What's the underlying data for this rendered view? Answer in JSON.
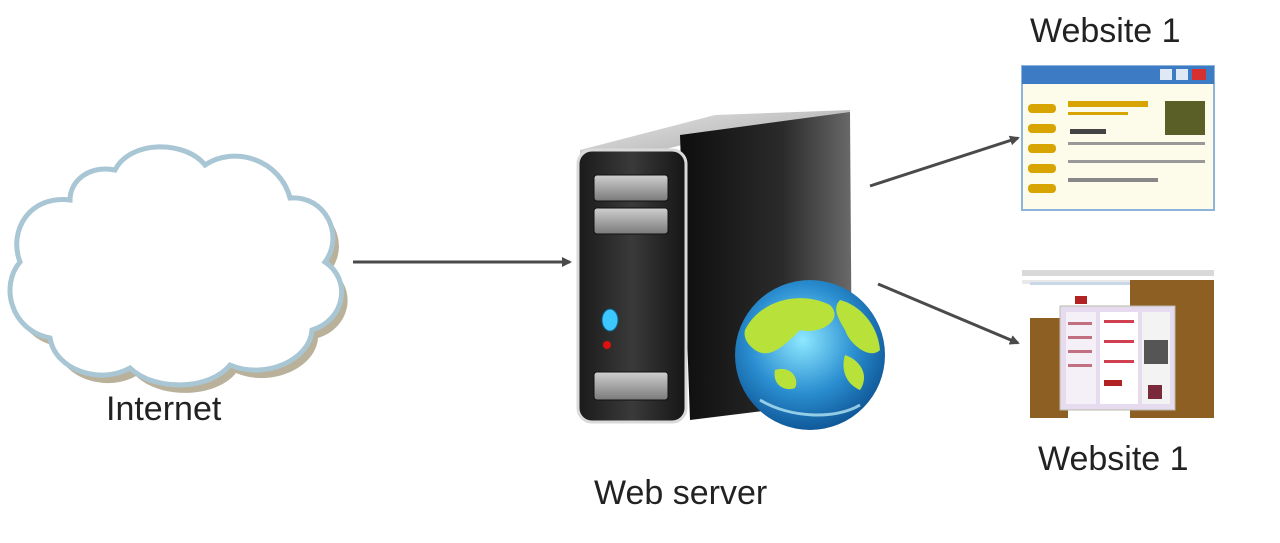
{
  "labels": {
    "internet": "Internet",
    "web_server": "Web server",
    "website_top": "Website 1",
    "website_bottom": "Website 1"
  },
  "icons": {
    "cloud": "cloud-icon",
    "server": "server-icon",
    "globe": "globe-icon",
    "website_window": "browser-window-icon",
    "website_screenshot": "website-screenshot-icon"
  },
  "colors": {
    "arrow": "#4a4a4a",
    "cloud_fill": "#ffffff",
    "cloud_stroke": "#a9c6d4",
    "cloud_shadow": "#b9b19a",
    "server_body": "#1c1c1c",
    "globe_ocean": "#2a8ed0",
    "globe_land": "#b8e23a",
    "window_titlebar": "#3d7cc4",
    "window_accent": "#d8a400",
    "screenshot_brown": "#8e5f22"
  }
}
